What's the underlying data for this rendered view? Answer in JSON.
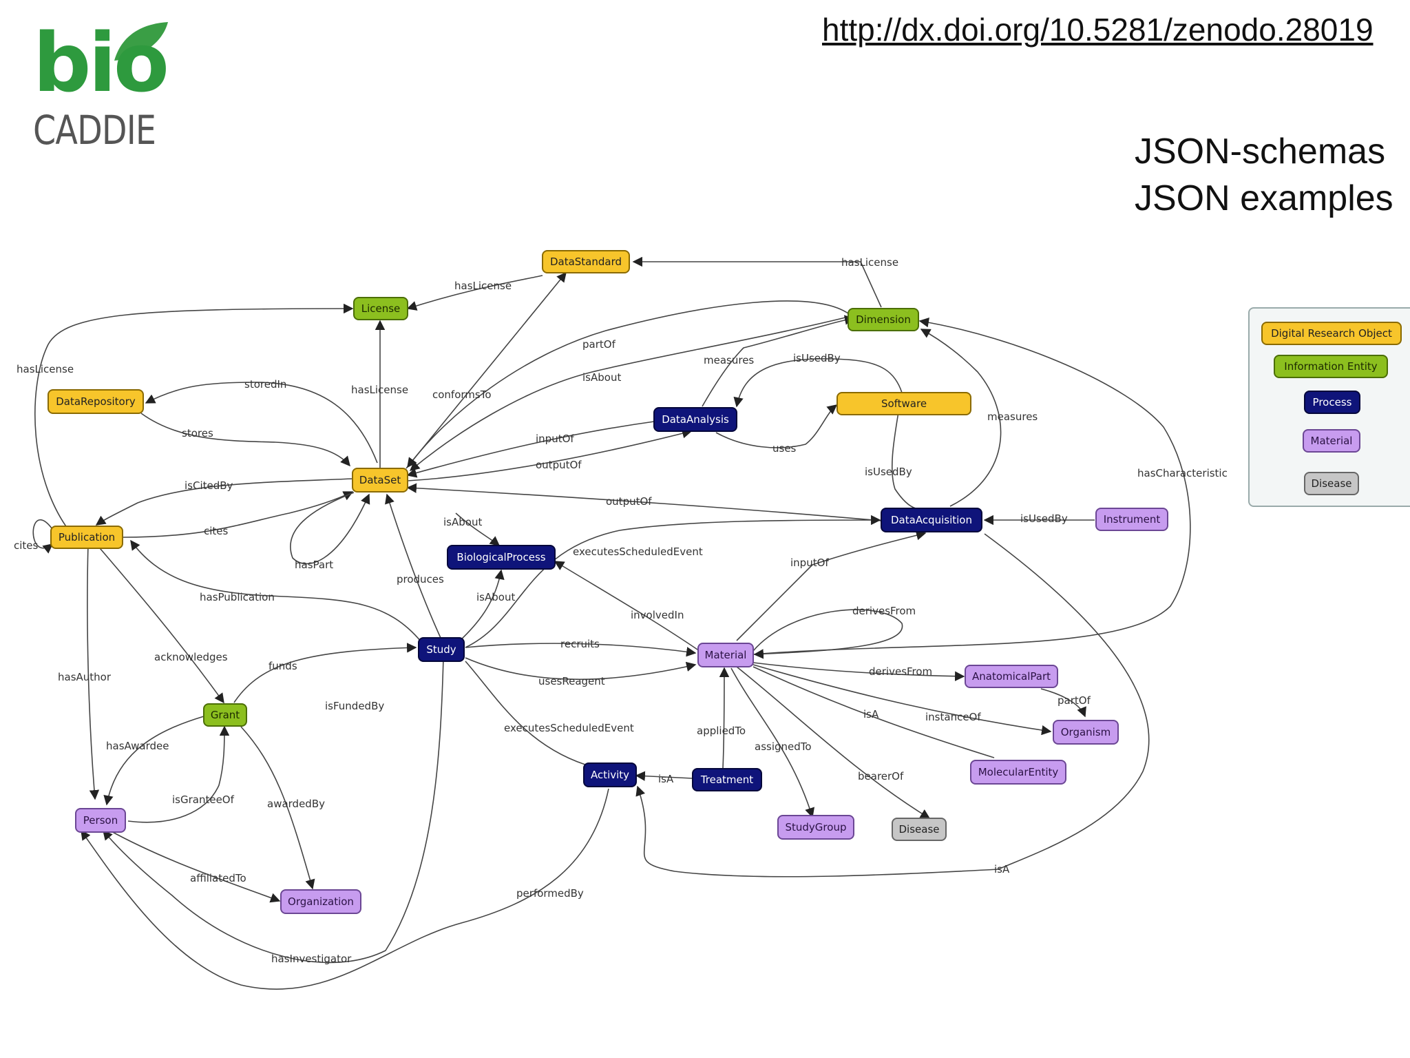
{
  "logo": {
    "bio": "bio",
    "caddie": "CADDIE"
  },
  "doi": "http://dx.doi.org/10.5281/zenodo.28019",
  "side_text": [
    "JSON-schemas",
    "JSON examples"
  ],
  "colors": {
    "digital_research_object": "#f7c52b",
    "information_entity": "#8cbf1f",
    "process": "#0f147a",
    "material": "#c79cef",
    "disease": "#c6c6c6",
    "edge": "#333333"
  },
  "legend": [
    {
      "label": "Digital Research Object",
      "kind": "dro"
    },
    {
      "label": "Information Entity",
      "kind": "info"
    },
    {
      "label": "Process",
      "kind": "process"
    },
    {
      "label": "Material",
      "kind": "material"
    },
    {
      "label": "Disease",
      "kind": "disease"
    }
  ],
  "nodes": {
    "DataStandard": "DataStandard",
    "License": "License",
    "Dimension": "Dimension",
    "DataRepository": "DataRepository",
    "Software": "Software",
    "DataAnalysis": "DataAnalysis",
    "DataSet": "DataSet",
    "Publication": "Publication",
    "DataAcquisition": "DataAcquisition",
    "Instrument": "Instrument",
    "BiologicalProcess": "BiologicalProcess",
    "Study": "Study",
    "Material": "Material",
    "AnatomicalPart": "AnatomicalPart",
    "Organism": "Organism",
    "MolecularEntity": "MolecularEntity",
    "Grant": "Grant",
    "Person": "Person",
    "Organization": "Organization",
    "Activity": "Activity",
    "Treatment": "Treatment",
    "StudyGroup": "StudyGroup",
    "Disease": "Disease"
  },
  "edges": {
    "hasLicense_top": "hasLicense",
    "hasLicense_ds_std": "hasLicense",
    "hasLicense_left": "hasLicense",
    "hasLicense_mid": "hasLicense",
    "storedIn": "storedIn",
    "stores": "stores",
    "conformsTo": "conformsTo",
    "partOf_dim": "partOf",
    "isAbout_dim": "isAbout",
    "measures_da": "measures",
    "isUsedBy_sw_da": "isUsedBy",
    "inputOf_ds": "inputOf",
    "outputOf_ds": "outputOf",
    "uses": "uses",
    "measures_acq": "measures",
    "isUsedBy_sw_acq": "isUsedBy",
    "hasCharacteristic": "hasCharacteristic",
    "isCitedBy": "isCitedBy",
    "cites_self": "cites",
    "cites": "cites",
    "hasPart": "hasPart",
    "outputOf_acq": "outputOf",
    "isUsedBy_instr": "isUsedBy",
    "isAbout_study_ds": "isAbout",
    "executesScheduledEvent_bp": "executesScheduledEvent",
    "inputOf_mat": "inputOf",
    "produces": "produces",
    "isAbout_study_bp": "isAbout",
    "hasPublication": "hasPublication",
    "involvedIn": "involvedIn",
    "derivesFrom_self": "derivesFrom",
    "acknowledges": "acknowledges",
    "recruits": "recruits",
    "hasAuthor": "hasAuthor",
    "funds": "funds",
    "usesReagent": "usesReagent",
    "derivesFrom_anat": "derivesFrom",
    "partOf_org": "partOf",
    "isFundedBy": "isFundedBy",
    "isA_org": "isA",
    "instanceOf": "instanceOf",
    "executesScheduledEvent_act": "executesScheduledEvent",
    "appliedTo": "appliedTo",
    "hasAwardee": "hasAwardee",
    "assignedTo": "assignedTo",
    "isGranteeOf": "isGranteeOf",
    "awardedBy": "awardedBy",
    "isA_treat": "isA",
    "bearerOf": "bearerOf",
    "isA_acq": "isA",
    "affiliatedTo": "affiliatedTo",
    "performedBy": "performedBy",
    "hasInvestigator": "hasInvestigator"
  }
}
